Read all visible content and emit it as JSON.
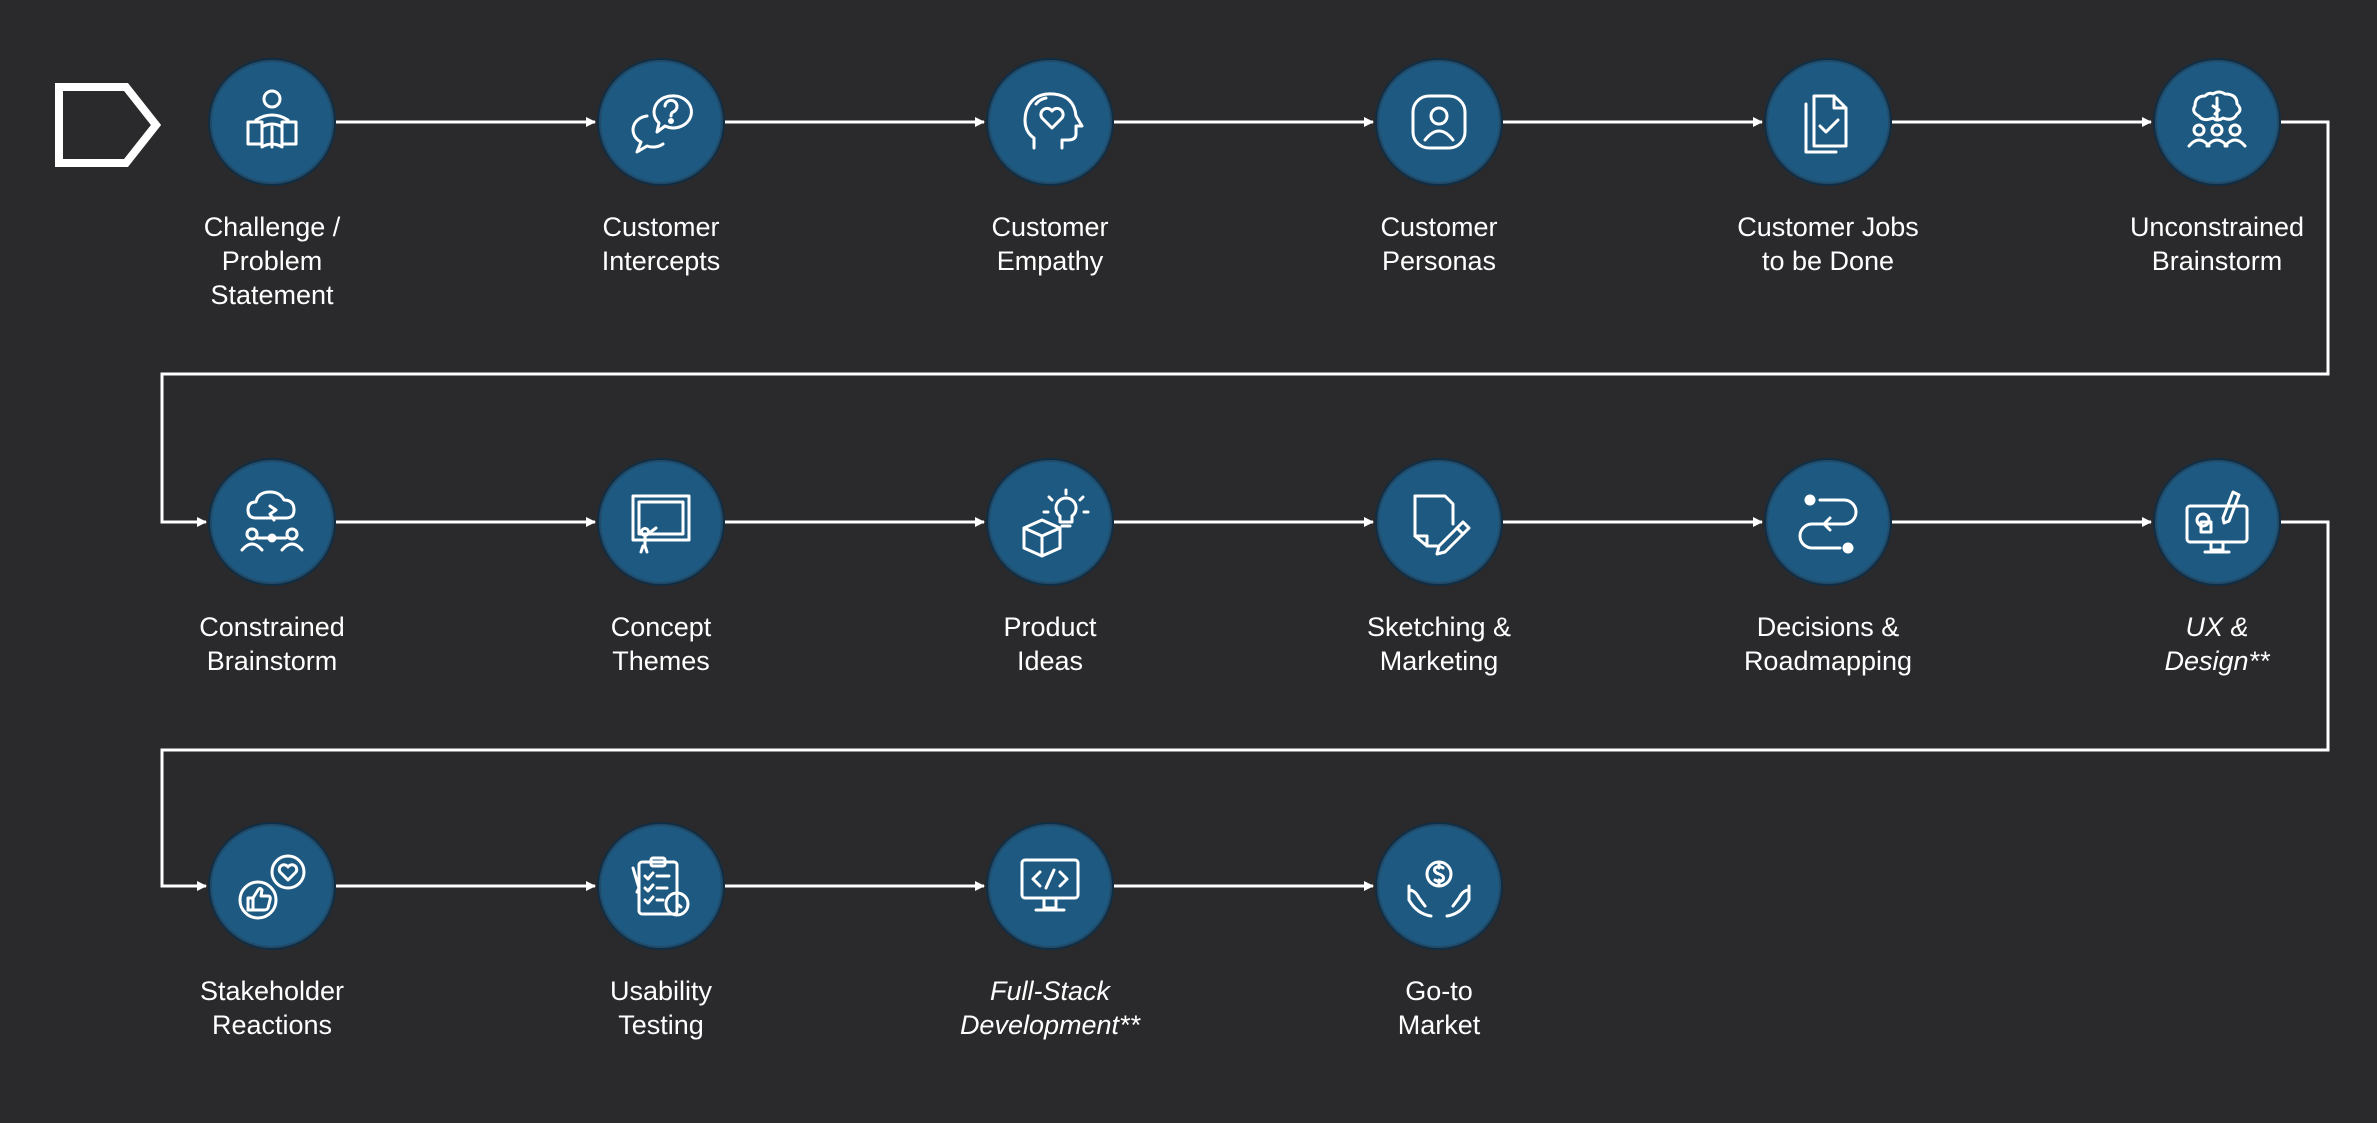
{
  "diagram": {
    "colors": {
      "background": "#2a2a2c",
      "node_fill": "#1d5980",
      "line": "#ffffff",
      "text": "#ffffff"
    },
    "start_marker": {
      "icon": "start-pentagon-icon"
    },
    "steps": [
      {
        "id": "challenge",
        "lines": [
          "Challenge /",
          "Problem",
          "Statement"
        ],
        "icon": "reading-person-icon",
        "italic": false
      },
      {
        "id": "intercepts",
        "lines": [
          "Customer",
          "Intercepts"
        ],
        "icon": "speech-question-icon",
        "italic": false
      },
      {
        "id": "empathy",
        "lines": [
          "Customer",
          "Empathy"
        ],
        "icon": "head-heart-icon",
        "italic": false
      },
      {
        "id": "personas",
        "lines": [
          "Customer",
          "Personas"
        ],
        "icon": "user-profile-icon",
        "italic": false
      },
      {
        "id": "jobs",
        "lines": [
          "Customer Jobs",
          "to be Done"
        ],
        "icon": "document-check-icon",
        "italic": false
      },
      {
        "id": "unconstrained",
        "lines": [
          "Unconstrained",
          "Brainstorm"
        ],
        "icon": "brain-team-icon",
        "italic": false
      },
      {
        "id": "constrained",
        "lines": [
          "Constrained",
          "Brainstorm"
        ],
        "icon": "cloud-team-icon",
        "italic": false
      },
      {
        "id": "themes",
        "lines": [
          "Concept",
          "Themes"
        ],
        "icon": "framed-board-icon",
        "italic": false
      },
      {
        "id": "ideas",
        "lines": [
          "Product",
          "Ideas"
        ],
        "icon": "box-lightbulb-icon",
        "italic": false
      },
      {
        "id": "sketching",
        "lines": [
          "Sketching &",
          "Marketing"
        ],
        "icon": "paper-pencil-icon",
        "italic": false
      },
      {
        "id": "decisions",
        "lines": [
          "Decisions &",
          "Roadmapping"
        ],
        "icon": "route-path-icon",
        "italic": false
      },
      {
        "id": "ux",
        "lines": [
          "UX &",
          "Design**"
        ],
        "icon": "design-monitor-icon",
        "italic": true
      },
      {
        "id": "reactions",
        "lines": [
          "Stakeholder",
          "Reactions"
        ],
        "icon": "thumbs-heart-icon",
        "italic": false
      },
      {
        "id": "usability",
        "lines": [
          "Usability",
          "Testing"
        ],
        "icon": "checklist-clock-icon",
        "italic": false
      },
      {
        "id": "fullstack",
        "lines": [
          "Full-Stack",
          "Development**"
        ],
        "icon": "code-monitor-icon",
        "italic": true
      },
      {
        "id": "gtm",
        "lines": [
          "Go-to",
          "Market"
        ],
        "icon": "hands-dollar-icon",
        "italic": false
      }
    ]
  }
}
